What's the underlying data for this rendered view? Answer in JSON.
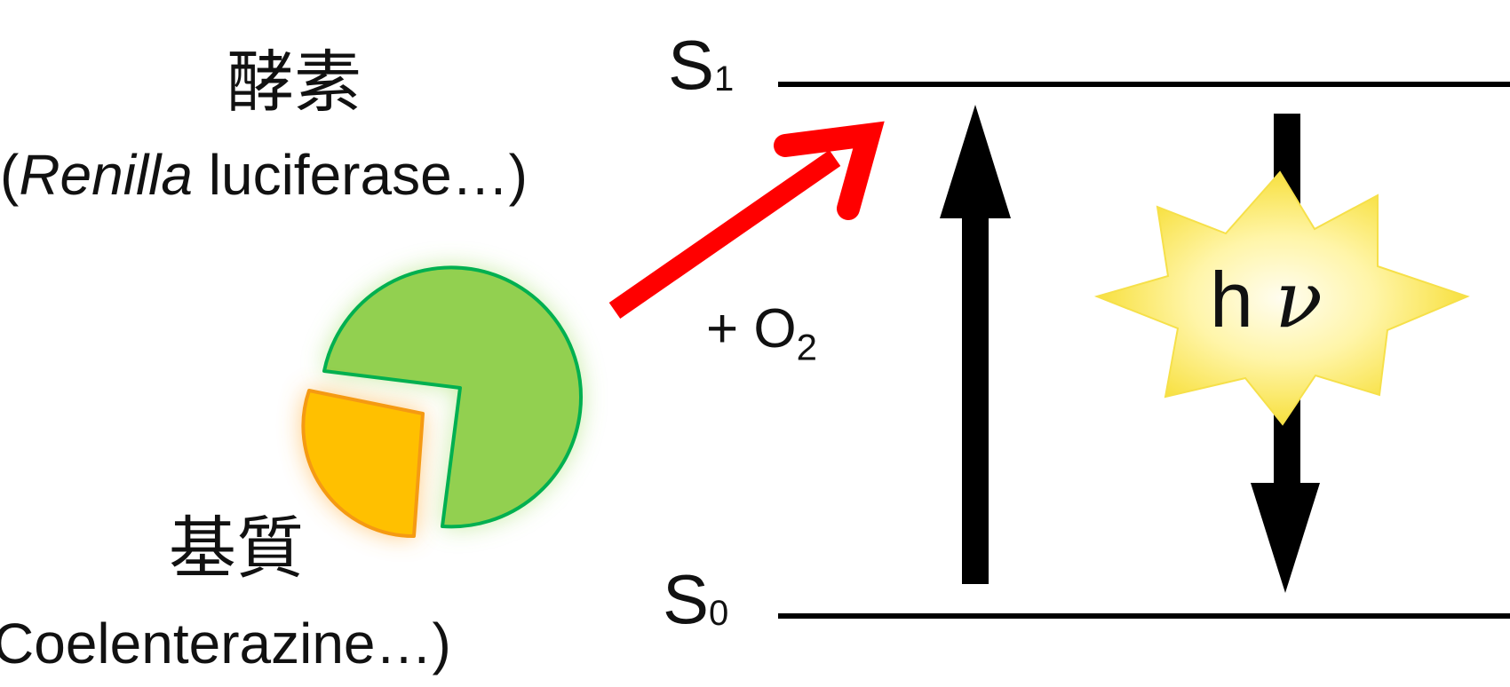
{
  "enzyme": {
    "title": "酵素",
    "open_paren": "(",
    "name_italic": "Renilla",
    "rest": " luciferase…)"
  },
  "substrate": {
    "title": "基質",
    "examples": "Coelenterazine…)"
  },
  "reaction": {
    "prefix": "+ O",
    "subscript": "2"
  },
  "states": {
    "excited": {
      "letter": "S",
      "index": "1"
    },
    "ground": {
      "letter": "S",
      "index": "0"
    }
  },
  "emission": {
    "h": "h",
    "nu": "ν"
  },
  "colors": {
    "enzyme_fill": "#92d050",
    "enzyme_stroke": "#00b050",
    "substrate_fill": "#ffc000",
    "substrate_stroke": "#f59a12",
    "reaction_arrow": "#ff0000",
    "star_center": "#fffbe0",
    "star_edge": "#f8e23c",
    "lines": "#000000"
  }
}
